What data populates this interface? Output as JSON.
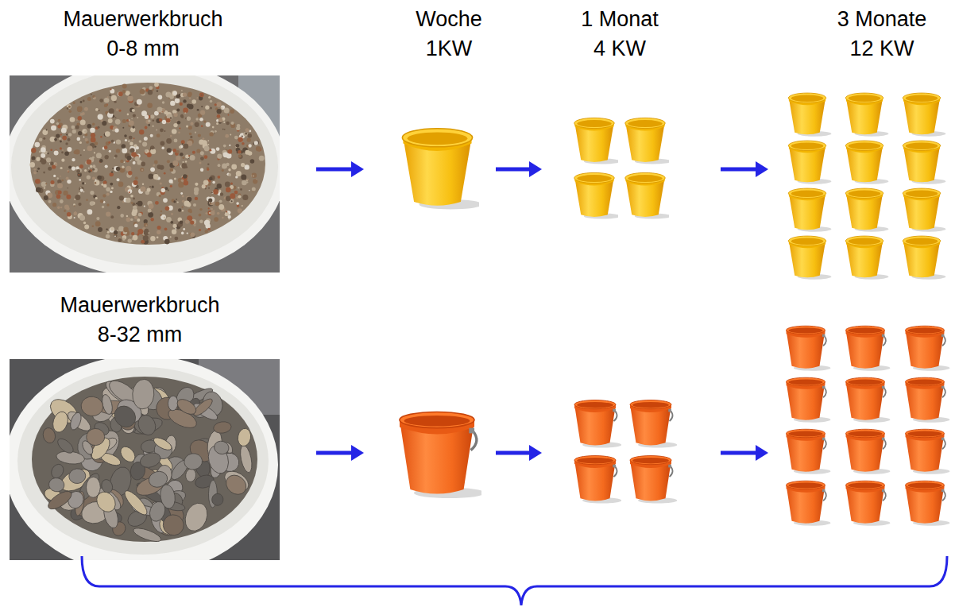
{
  "diagram": {
    "labels": [
      "Mauerwerkbruch",
      "0-8 mm",
      "Woche",
      "1KW",
      "1 Monat",
      "4 KW",
      "3 Monate",
      "12 KW",
      "Mauerwerkbruch",
      "8-32 mm"
    ]
  }
}
